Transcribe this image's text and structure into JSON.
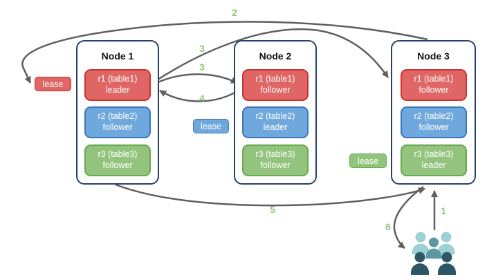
{
  "diagram": {
    "nodes": [
      {
        "title": "Node 1",
        "replicas": [
          {
            "range": "r1 (table1)",
            "role": "leader",
            "color": "#e06666"
          },
          {
            "range": "r2 (table2)",
            "role": "follower",
            "color": "#6fa8dc"
          },
          {
            "range": "r3 (table3)",
            "role": "follower",
            "color": "#93c47d"
          }
        ]
      },
      {
        "title": "Node 2",
        "replicas": [
          {
            "range": "r1 (table1)",
            "role": "follower",
            "color": "#e06666"
          },
          {
            "range": "r2 (table2)",
            "role": "leader",
            "color": "#6fa8dc"
          },
          {
            "range": "r3 (table3)",
            "role": "follower",
            "color": "#93c47d"
          }
        ]
      },
      {
        "title": "Node 3",
        "replicas": [
          {
            "range": "r1 (table1)",
            "role": "follower",
            "color": "#e06666"
          },
          {
            "range": "r2 (table2)",
            "role": "follower",
            "color": "#6fa8dc"
          },
          {
            "range": "r3 (table3)",
            "role": "leader",
            "color": "#93c47d"
          }
        ]
      }
    ],
    "leases": [
      {
        "label": "lease",
        "color": "#e06666"
      },
      {
        "label": "lease",
        "color": "#6fa8dc"
      },
      {
        "label": "lease",
        "color": "#93c47d"
      }
    ],
    "steps": [
      {
        "label": "2"
      },
      {
        "label": "3"
      },
      {
        "label": "3"
      },
      {
        "label": "4"
      },
      {
        "label": "5"
      },
      {
        "label": "6"
      },
      {
        "label": "1"
      }
    ],
    "colors": {
      "red_fill": "#e06666",
      "red_border": "#cc3232",
      "blue_fill": "#6fa8dc",
      "blue_border": "#3d78b8",
      "green_fill": "#93c47d",
      "green_border": "#69a84f",
      "node_border": "#24406b",
      "arrow": "#5f5f5f",
      "step_label": "#93c47d",
      "users_light": "#9dd1d3",
      "users_mid": "#5b98a2",
      "users_dark": "#2d5666"
    }
  }
}
